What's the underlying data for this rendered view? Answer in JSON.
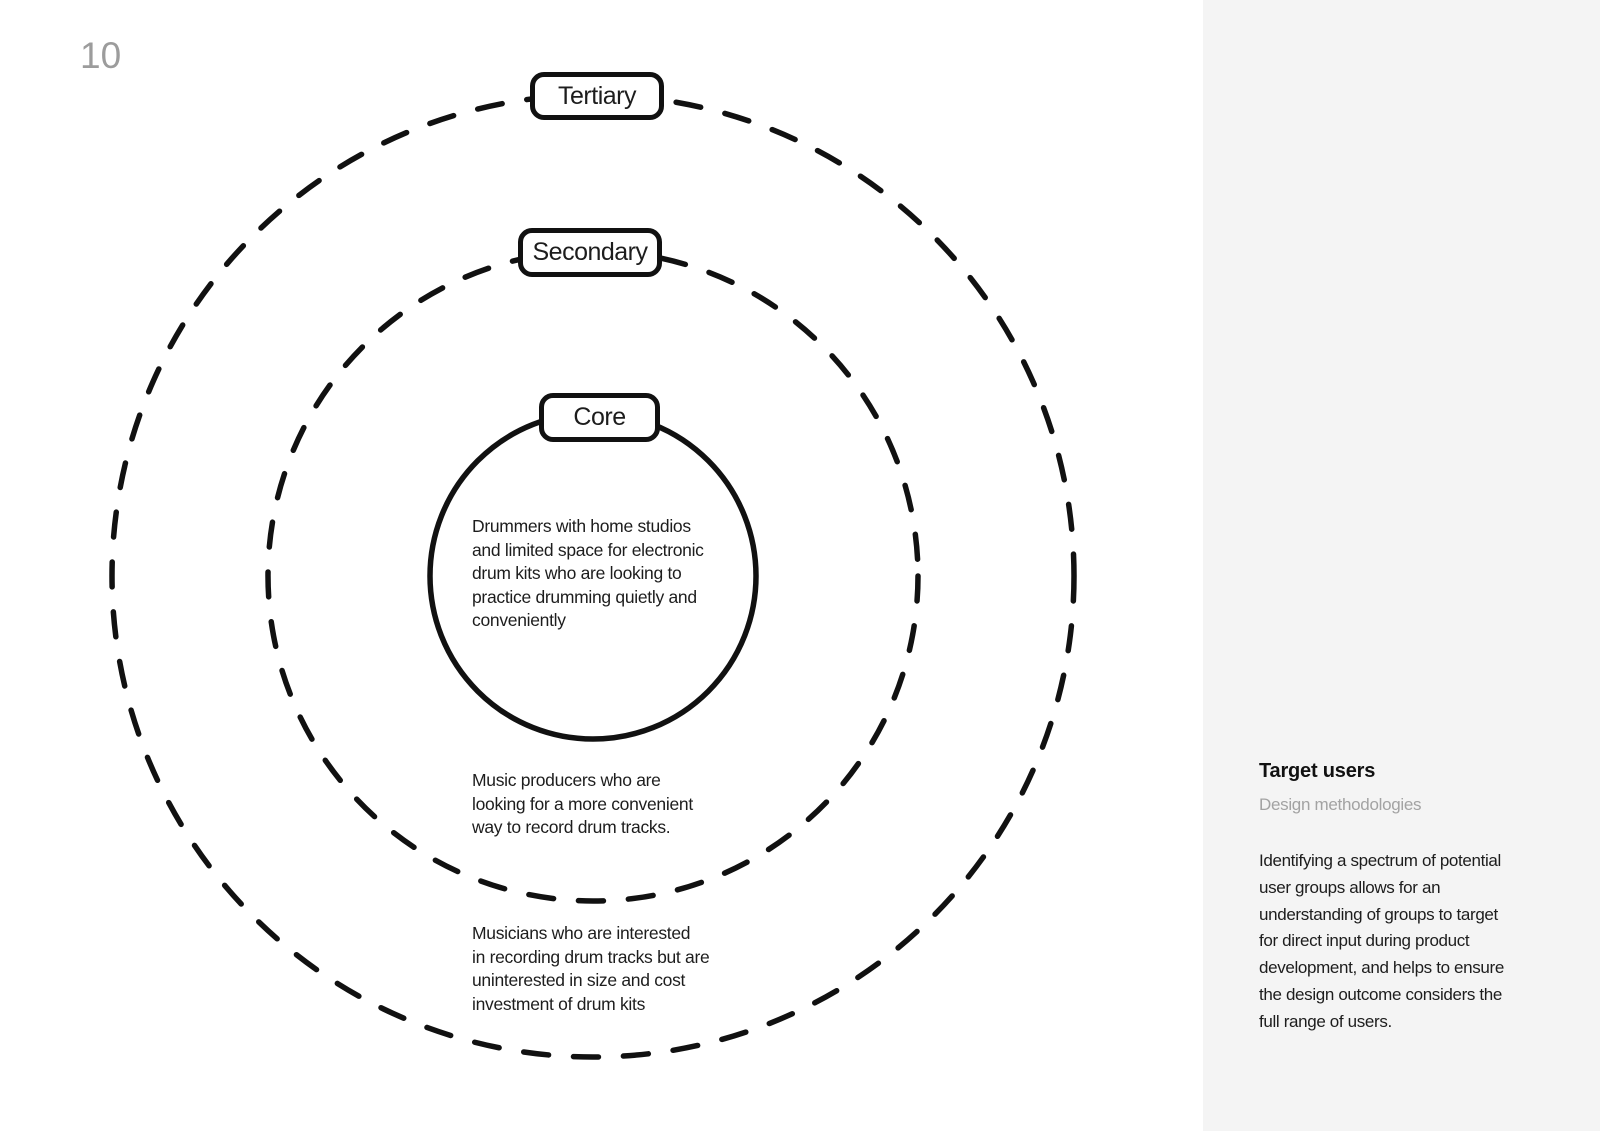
{
  "page": {
    "number": "10",
    "background": "#ffffff"
  },
  "diagram": {
    "rings": [
      {
        "label": "Tertiary",
        "style": "dashed",
        "description_lines": [
          "Musicians who are interested",
          "in recording drum tracks but are",
          "uninterested in size and cost",
          "investment of drum kits"
        ]
      },
      {
        "label": "Secondary",
        "style": "dashed",
        "description_lines": [
          "Music producers who are",
          "looking for a more convenient",
          "way to record drum tracks."
        ]
      },
      {
        "label": "Core",
        "style": "solid",
        "description_lines": [
          "Drummers with home studios",
          "and limited space for electronic",
          "drum kits who are looking to",
          "practice drumming quietly and",
          "conveniently"
        ]
      }
    ]
  },
  "sidebar": {
    "title": "Target users",
    "subtitle": "Design methodologies",
    "body_lines": [
      "Identifying a spectrum of potential",
      "user groups allows for an",
      "understanding of groups to target",
      "for direct input during product",
      "development, and helps to ensure",
      "the design outcome considers the",
      "full range of users."
    ],
    "background": "#f4f4f4"
  },
  "colors": {
    "stroke": "#111111",
    "text": "#1d1d1d",
    "muted": "#9c9c9c"
  }
}
